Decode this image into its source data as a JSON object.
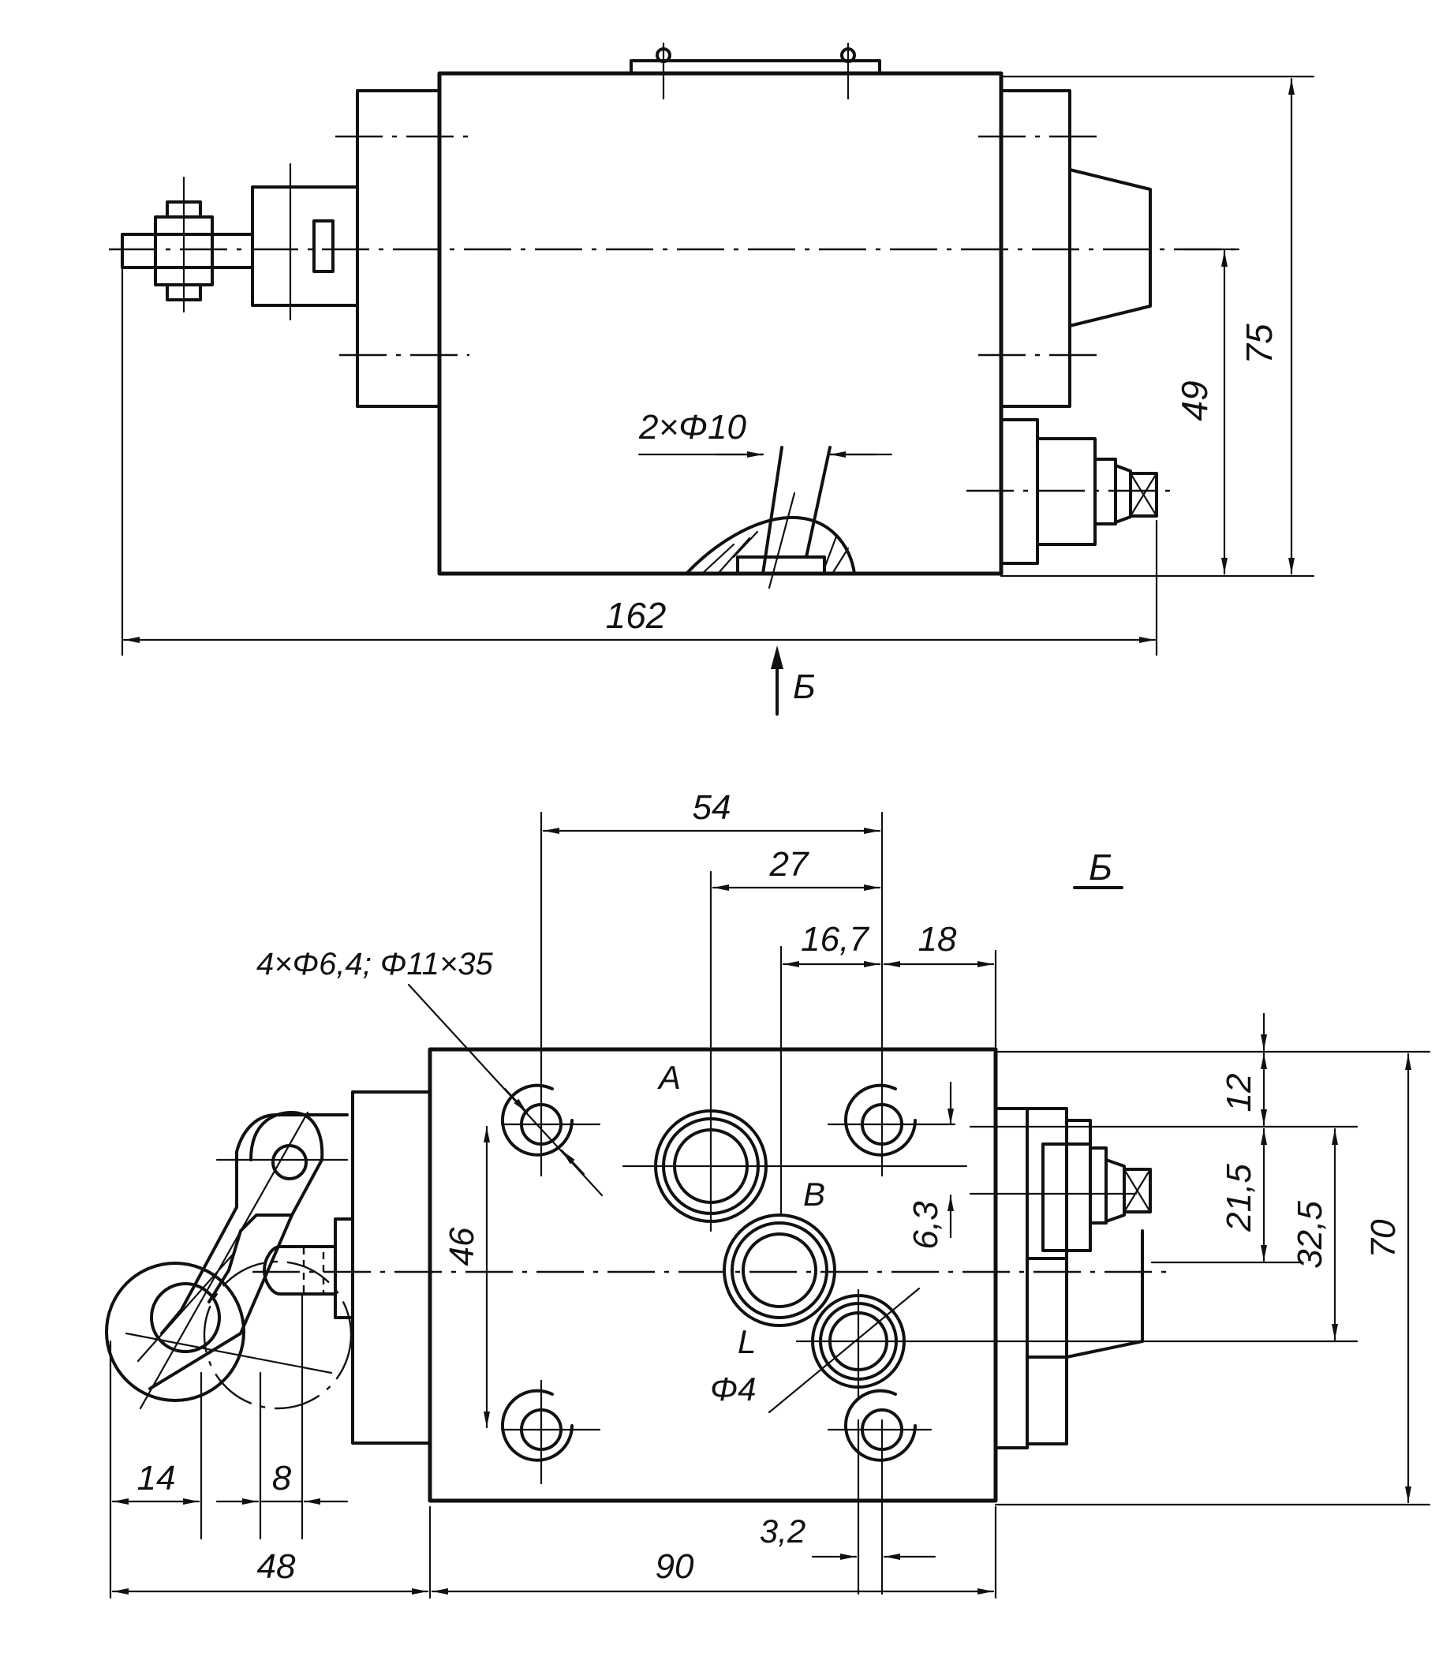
{
  "view_b_arrow_label": "Б",
  "view_b_title": "Б",
  "top_view": {
    "hole_callout": "2×Φ10",
    "dim_height_75": "75",
    "dim_height_49": "49",
    "dim_length_162": "162"
  },
  "bottom_view": {
    "hole_callout": "4×Φ6,4; Φ11×35",
    "port_a": "A",
    "port_b": "B",
    "port_l": "L",
    "diameter_4": "Φ4",
    "dim_54": "54",
    "dim_27": "27",
    "dim_16_7": "16,7",
    "dim_18": "18",
    "dim_12": "12",
    "dim_21_5": "21,5",
    "dim_32_5": "32,5",
    "dim_70": "70",
    "dim_6_3": "6,3",
    "dim_46": "46",
    "dim_14": "14",
    "dim_8": "8",
    "dim_3_2": "3,2",
    "dim_48": "48",
    "dim_90": "90"
  }
}
